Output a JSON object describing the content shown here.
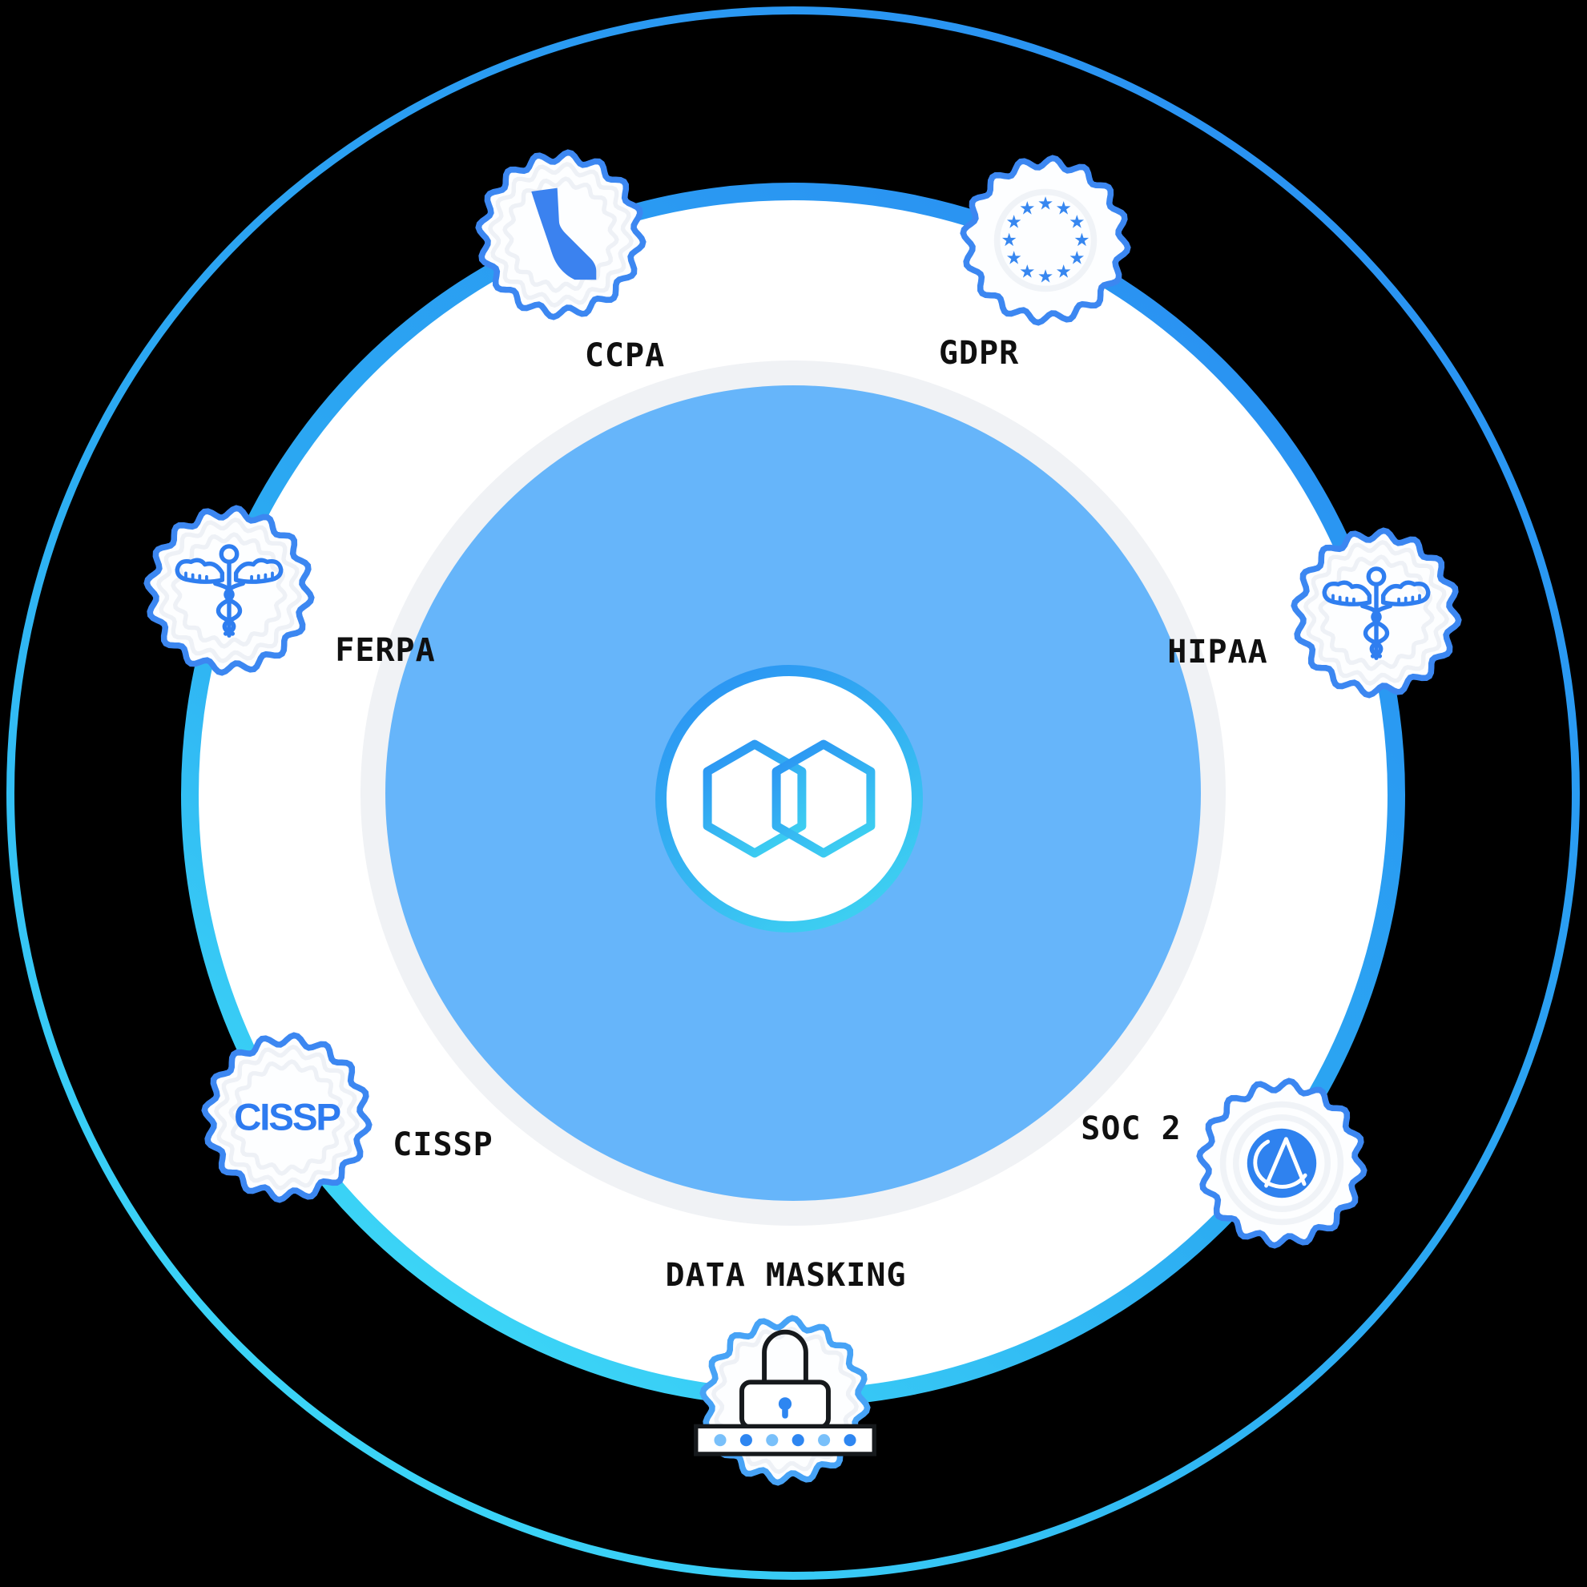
{
  "diagram": {
    "badges": {
      "ccpa": {
        "label": "CCPA",
        "icon": "california-state"
      },
      "gdpr": {
        "label": "GDPR",
        "icon": "eu-stars-circle"
      },
      "ferpa": {
        "label": "FERPA",
        "icon": "caduceus"
      },
      "hipaa": {
        "label": "HIPAA",
        "icon": "caduceus"
      },
      "cissp": {
        "label": "CISSP",
        "seal_text": "CISSP",
        "icon": "cissp-wordmark-seal"
      },
      "soc2": {
        "label": "SOC 2",
        "icon": "globe-triangle-seal"
      },
      "data_masking": {
        "label": "DATA MASKING",
        "icon": "padlock-password-bar"
      }
    },
    "glyphs": {
      "star": "★"
    },
    "colors": {
      "background": "#000000",
      "ring_blue": "#2a8ff2",
      "ring_cyan": "#3fdef7",
      "inner_disc_blue": "#66b5fa",
      "disc_halo_gray": "#f0f2f5",
      "badge_border_blue": "#3c87f1",
      "icon_blue": "#2f7ef0",
      "star_blue": "#3787f0",
      "label_black": "#101010",
      "dot_light_blue": "#79c0fa",
      "dot_dark_blue": "#2e86f1"
    }
  }
}
